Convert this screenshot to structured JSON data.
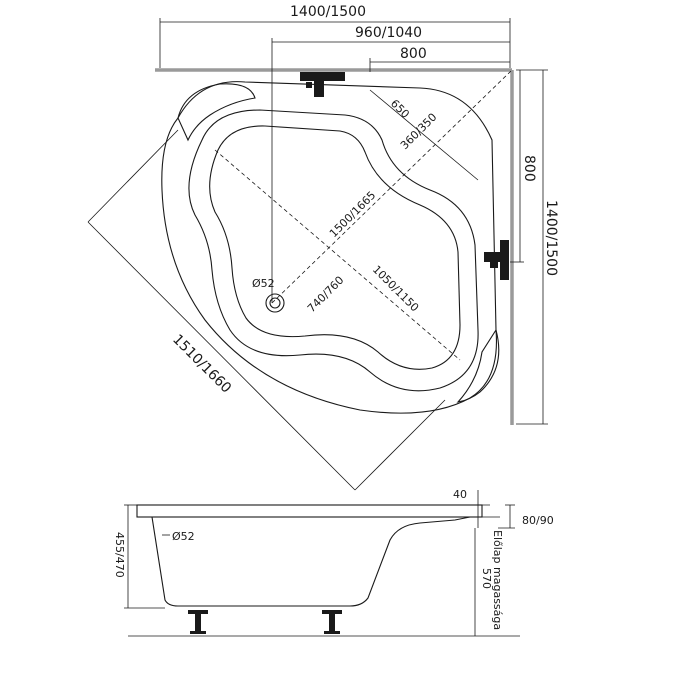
{
  "top_view": {
    "dim_overall_width": "1400/1500",
    "dim_inner_width": "960/1040",
    "dim_side_800_top": "800",
    "dim_side_800_right": "800",
    "dim_overall_height": "1400/1500",
    "dim_650": "650",
    "dim_360_350": "360/350",
    "dim_1500_1665": "1500/1665",
    "dim_740_760": "740/760",
    "dim_1050_1150": "1050/1150",
    "dim_1510_1660": "1510/1660",
    "drain_label": "Ø52"
  },
  "side_view": {
    "dim_40": "40",
    "dim_80_90": "80/90",
    "dim_455_470": "455/470",
    "dim_570": "570",
    "drain_label": "Ø52",
    "front_panel_label": "Előlap magassága"
  }
}
